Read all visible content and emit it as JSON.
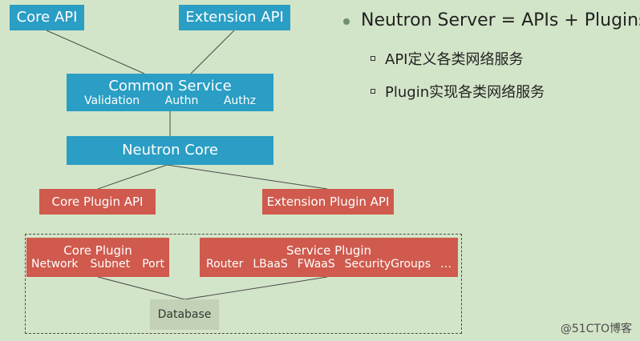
{
  "diagram": {
    "core_api": "Core API",
    "extension_api": "Extension API",
    "common_service": {
      "title": "Common Service",
      "items": [
        "Validation",
        "Authn",
        "Authz"
      ]
    },
    "neutron_core": "Neutron Core",
    "core_plugin_api": "Core Plugin API",
    "extension_plugin_api": "Extension Plugin API",
    "core_plugin": {
      "title": "Core Plugin",
      "items": [
        "Network",
        "Subnet",
        "Port"
      ]
    },
    "service_plugin": {
      "title": "Service Plugin",
      "items": [
        "Router",
        "LBaaS",
        "FWaaS",
        "SecurityGroups",
        "…"
      ]
    },
    "database": "Database"
  },
  "bullets": {
    "main": "Neutron Server = APIs + Plugins",
    "sub": [
      "API定义各类网络服务",
      "Plugin实现各类网络服务"
    ]
  },
  "watermark": "@51CTO博客",
  "colors": {
    "background": "#d3e5c8",
    "blue_box": "#2a9ec4",
    "red_box": "#cf5a4d",
    "database_box": "#c3d1b7"
  }
}
